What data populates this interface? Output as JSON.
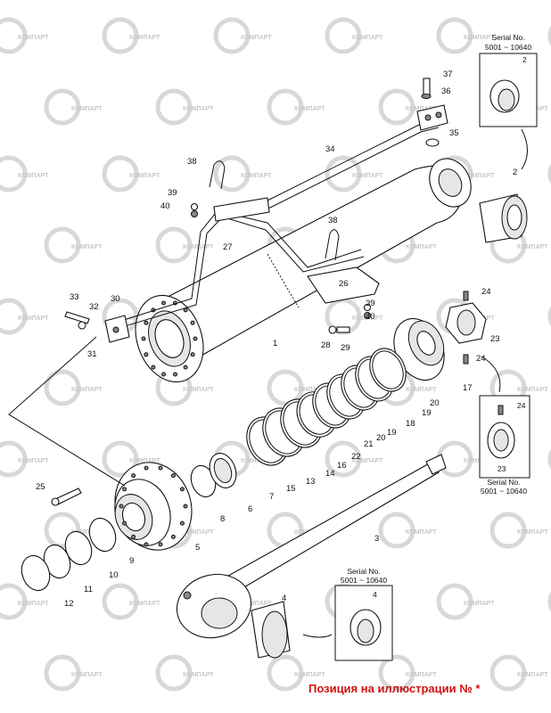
{
  "watermark": "КОМПАРТ",
  "footer_text": "Позиция на иллюстрации № *",
  "serial_label": "Serial No.",
  "serial_range": "5001 ~ 10640",
  "insets": [
    {
      "id": "inset-top",
      "part": "2"
    },
    {
      "id": "inset-middle",
      "part": "24",
      "part2": "23"
    },
    {
      "id": "inset-bottom",
      "part": "4"
    }
  ],
  "callouts": [
    {
      "n": "1"
    },
    {
      "n": "2"
    },
    {
      "n": "3"
    },
    {
      "n": "4"
    },
    {
      "n": "5"
    },
    {
      "n": "6"
    },
    {
      "n": "7"
    },
    {
      "n": "8"
    },
    {
      "n": "9"
    },
    {
      "n": "10"
    },
    {
      "n": "11"
    },
    {
      "n": "12"
    },
    {
      "n": "13"
    },
    {
      "n": "14"
    },
    {
      "n": "15"
    },
    {
      "n": "16"
    },
    {
      "n": "17"
    },
    {
      "n": "18"
    },
    {
      "n": "19"
    },
    {
      "n": "19"
    },
    {
      "n": "20"
    },
    {
      "n": "20"
    },
    {
      "n": "21"
    },
    {
      "n": "22"
    },
    {
      "n": "23"
    },
    {
      "n": "24"
    },
    {
      "n": "24"
    },
    {
      "n": "25"
    },
    {
      "n": "26"
    },
    {
      "n": "27"
    },
    {
      "n": "28"
    },
    {
      "n": "29"
    },
    {
      "n": "30"
    },
    {
      "n": "31"
    },
    {
      "n": "32"
    },
    {
      "n": "33"
    },
    {
      "n": "34"
    },
    {
      "n": "35"
    },
    {
      "n": "36"
    },
    {
      "n": "37"
    },
    {
      "n": "38"
    },
    {
      "n": "38"
    },
    {
      "n": "39"
    },
    {
      "n": "39"
    },
    {
      "n": "40"
    },
    {
      "n": "40"
    }
  ]
}
